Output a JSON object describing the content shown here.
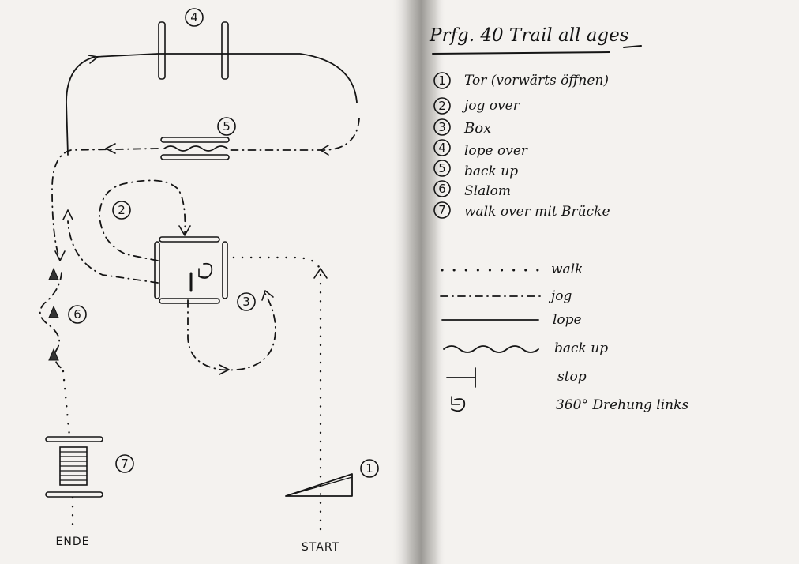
{
  "title": "Prfg. 40   Trail all ages",
  "obstacles": [
    {
      "number": "1",
      "label": "Tor (vorwärts öffnen)"
    },
    {
      "number": "2",
      "label": "jog over"
    },
    {
      "number": "3",
      "label": "Box"
    },
    {
      "number": "4",
      "label": "lope over"
    },
    {
      "number": "5",
      "label": "back up"
    },
    {
      "number": "6",
      "label": "Slalom"
    },
    {
      "number": "7",
      "label": "walk over mit Brücke"
    }
  ],
  "legend": [
    {
      "style": "walk",
      "label": "walk"
    },
    {
      "style": "jog",
      "label": "jog"
    },
    {
      "style": "lope",
      "label": "lope"
    },
    {
      "style": "backup",
      "label": "back up"
    },
    {
      "style": "stop",
      "label": "stop"
    },
    {
      "style": "turn",
      "label": "360° Drehung links"
    }
  ],
  "markers": {
    "start": "START",
    "end": "ENDE"
  },
  "colors": {
    "paper": "#f4f2ef",
    "ink": "#151515",
    "fold_shadow": "#9a9894"
  }
}
